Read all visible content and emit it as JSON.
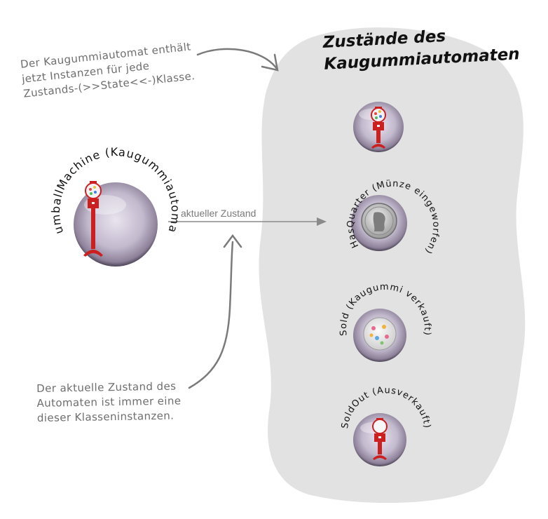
{
  "title": {
    "line1": "Zustände des",
    "line2": "Kaugummiautomaten"
  },
  "notes": {
    "top": [
      "Der Kaugummiautomat enthält",
      "jetzt Instanzen für jede",
      "Zustands-(>>State<<-)Klasse."
    ],
    "bottom": [
      "Der aktuelle Zustand des",
      "Automaten ist immer eine",
      "dieser Klasseninstanzen."
    ]
  },
  "edge_label": "aktueller Zustand",
  "machine": {
    "label": "GumballMachine (Kaugummiautomat)",
    "icon": "gumball-machine-icon"
  },
  "states": [
    {
      "label": "",
      "icon": "gumball-machine-icon"
    },
    {
      "label": "HasQuarter (Münze eingeworfen)",
      "icon": "quarter-coin-icon"
    },
    {
      "label": "Sold (Kaugummi verkauft)",
      "icon": "gumball-icon"
    },
    {
      "label": "SoldOut (Ausverkauft)",
      "icon": "empty-gumball-machine-icon"
    }
  ],
  "colors": {
    "blob": "#e2e2e2",
    "bubble": "#b6adc3",
    "machine_red": "#cc1f1f",
    "annotation": "#7a7a7a"
  }
}
